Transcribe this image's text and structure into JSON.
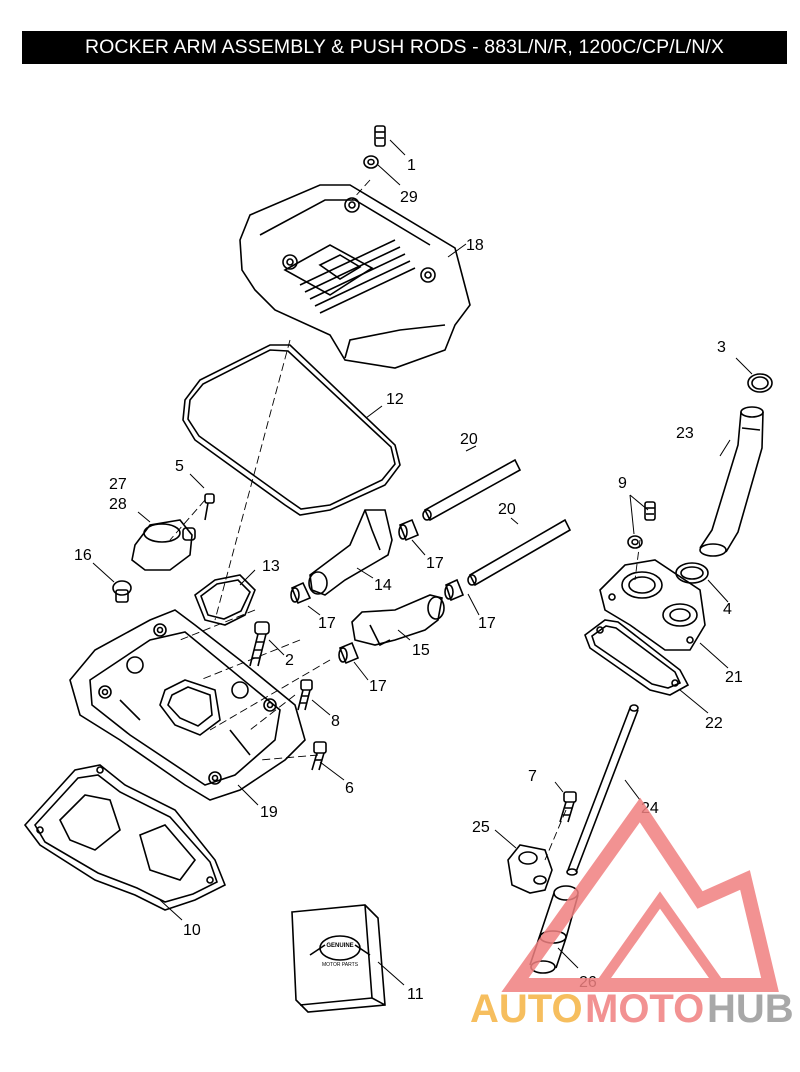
{
  "title": "ROCKER ARM ASSEMBLY & PUSH RODS - 883L/N/R, 1200C/CP/L/N/X",
  "callouts": {
    "c1": "1",
    "c29": "29",
    "c18": "18",
    "c3": "3",
    "c12": "12",
    "c23": "23",
    "c20a": "20",
    "c20b": "20",
    "c5": "5",
    "c27": "27",
    "c28": "28",
    "c9": "9",
    "c16": "16",
    "c13": "13",
    "c17a": "17",
    "c17b": "17",
    "c17c": "17",
    "c17d": "17",
    "c14": "14",
    "c4": "4",
    "c2": "2",
    "c15": "15",
    "c21": "21",
    "c8": "8",
    "c22": "22",
    "c7": "7",
    "c6": "6",
    "c19": "19",
    "c24": "24",
    "c25": "25",
    "c10": "10",
    "c11": "11",
    "c26": "26"
  },
  "parts_box": {
    "badge_text": "GENUINE",
    "sub_text": "MOTOR PARTS"
  },
  "watermark": {
    "part1": "AUTO",
    "part2": "MOTO",
    "part3": "HUB",
    "color_orange": "#f5b342",
    "color_red": "#f08080",
    "color_gray": "#9a9a9a"
  }
}
